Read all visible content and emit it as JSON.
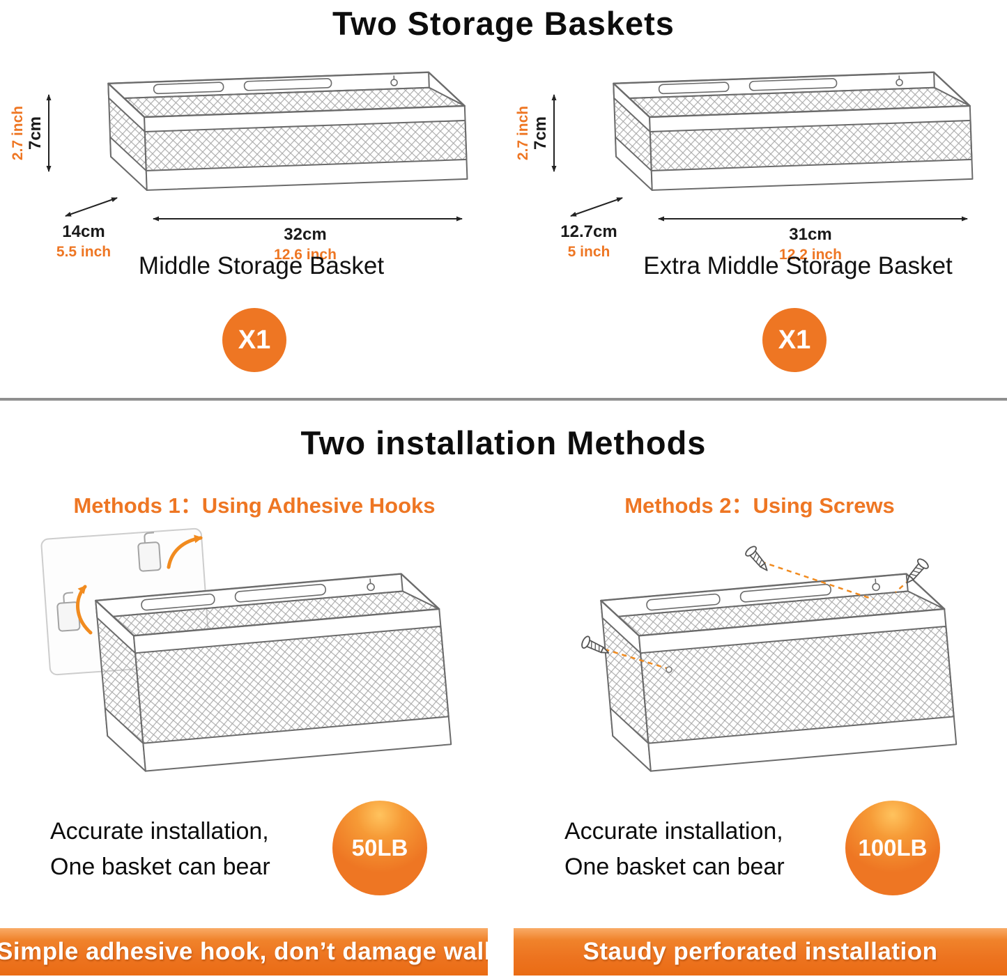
{
  "colors": {
    "accent": "#ee7623",
    "banner": "#ed7420",
    "divider": "#8f8f8f"
  },
  "section_baskets": {
    "title": "Two Storage Baskets",
    "baskets": [
      {
        "name": "Middle Storage Basket",
        "qty": "X1",
        "height_cm": "7cm",
        "height_in": "2.7 inch",
        "depth_cm": "14cm",
        "depth_in": "5.5 inch",
        "width_cm": "32cm",
        "width_in": "12.6 inch"
      },
      {
        "name": "Extra Middle Storage Basket",
        "qty": "X1",
        "height_cm": "7cm",
        "height_in": "2.7 inch",
        "depth_cm": "12.7cm",
        "depth_in": "5 inch",
        "width_cm": "31cm",
        "width_in": "12.2 inch"
      }
    ]
  },
  "section_installation": {
    "title": "Two installation Methods",
    "methods": [
      {
        "heading": "Methods 1：Using Adhesive Hooks",
        "line1": "Accurate installation,",
        "line2": "One basket can bear",
        "capacity": "50LB",
        "banner": "Simple adhesive hook, don’t damage wall"
      },
      {
        "heading": "Methods 2：Using Screws",
        "line1": "Accurate installation,",
        "line2": "One basket can bear",
        "capacity": "100LB",
        "banner": "Staudy perforated installation"
      }
    ]
  }
}
